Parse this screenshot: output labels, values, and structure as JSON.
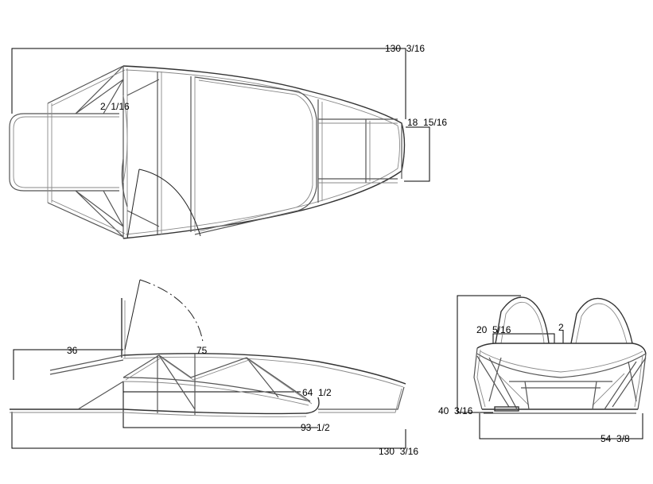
{
  "dimensions": {
    "top_view": {
      "overall_length": "130  3/16",
      "front_width": "18  15/16",
      "rear_offset": "2  1/16"
    },
    "side_view": {
      "front_setback": "36",
      "upper_rail": "75",
      "lower_rail": "64  1/2",
      "wheelbase": "93  1/2",
      "overall_length": "130  3/16"
    },
    "front_view": {
      "hoop_spacing": "20  5/16",
      "hoop_gap": "2",
      "height": "40  3/16",
      "width": "54  3/8"
    }
  }
}
